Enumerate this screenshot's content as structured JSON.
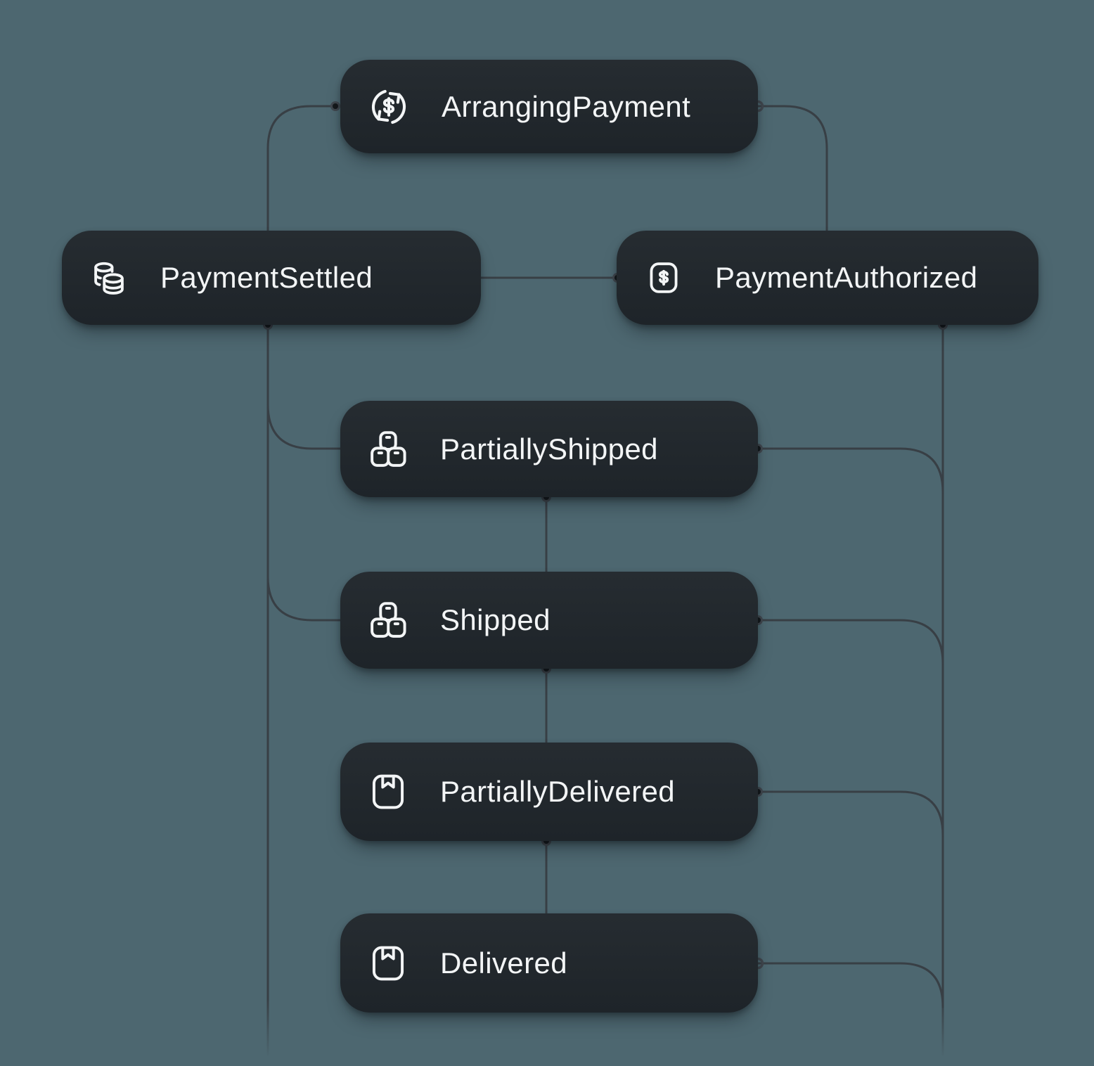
{
  "diagram": {
    "type": "state-flow",
    "nodes": [
      {
        "id": "arranging-payment",
        "label": "ArrangingPayment",
        "icon": "currency-exchange-icon"
      },
      {
        "id": "payment-settled",
        "label": "PaymentSettled",
        "icon": "coins-stack-icon"
      },
      {
        "id": "payment-authorized",
        "label": "PaymentAuthorized",
        "icon": "dollar-square-icon"
      },
      {
        "id": "partially-shipped",
        "label": "PartiallyShipped",
        "icon": "boxes-icon"
      },
      {
        "id": "shipped",
        "label": "Shipped",
        "icon": "boxes-icon"
      },
      {
        "id": "partially-delivered",
        "label": "PartiallyDelivered",
        "icon": "package-icon"
      },
      {
        "id": "delivered",
        "label": "Delivered",
        "icon": "package-icon"
      }
    ],
    "edges": [
      {
        "from": "arranging-payment",
        "to": "payment-settled",
        "route": "left-down"
      },
      {
        "from": "arranging-payment",
        "to": "payment-authorized",
        "route": "right-down"
      },
      {
        "from": "payment-settled",
        "to": "payment-authorized",
        "route": "horizontal"
      },
      {
        "from": "payment-settled",
        "to": "partially-shipped",
        "route": "left-rail"
      },
      {
        "from": "payment-settled",
        "to": "shipped",
        "route": "left-rail"
      },
      {
        "from": "payment-authorized",
        "to": "offscreen-bottom",
        "route": "right-rail"
      },
      {
        "from": "partially-shipped",
        "to": "shipped",
        "route": "vertical"
      },
      {
        "from": "partially-shipped",
        "to": "offscreen-bottom",
        "route": "right-rail"
      },
      {
        "from": "shipped",
        "to": "partially-delivered",
        "route": "vertical"
      },
      {
        "from": "shipped",
        "to": "offscreen-bottom",
        "route": "right-rail"
      },
      {
        "from": "partially-delivered",
        "to": "delivered",
        "route": "vertical"
      },
      {
        "from": "partially-delivered",
        "to": "offscreen-bottom",
        "route": "right-rail"
      },
      {
        "from": "delivered",
        "to": "offscreen-bottom",
        "route": "right-rail"
      }
    ],
    "colors": {
      "background": "#4D6770",
      "node_fill": "#20262B",
      "node_text": "#F3F5F6",
      "edge_line": "#383F45",
      "connector_ring": "#40474E",
      "connector_core": "#15191C"
    }
  }
}
